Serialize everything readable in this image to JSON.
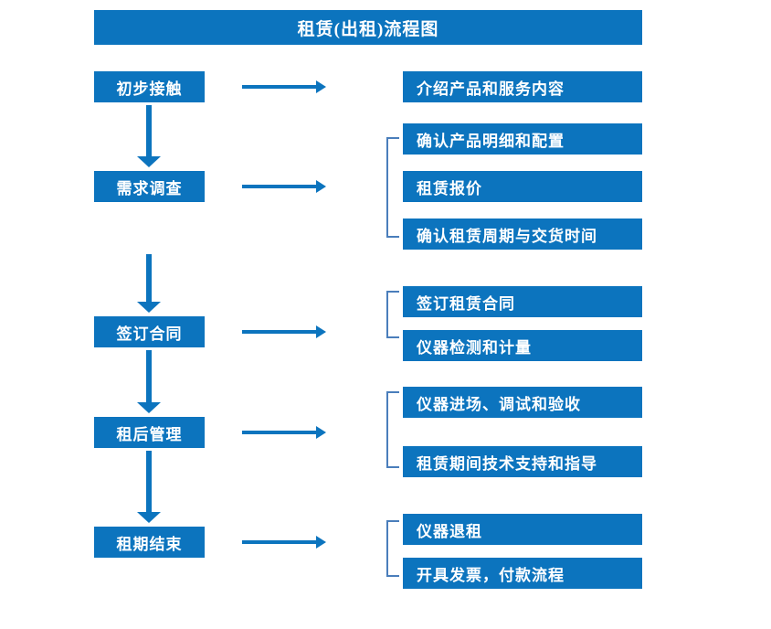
{
  "theme": {
    "brand_color": "#0c74be",
    "bracket_color": "#4a7ebb",
    "background_color": "#ffffff",
    "text_color": "#ffffff"
  },
  "title": "租赁(出租)流程图",
  "stages": [
    {
      "label": "初步接触"
    },
    {
      "label": "需求调查"
    },
    {
      "label": "签订合同"
    },
    {
      "label": "租后管理"
    },
    {
      "label": "租期结束"
    }
  ],
  "details": [
    {
      "label": "介绍产品和服务内容"
    },
    {
      "label": "确认产品明细和配置"
    },
    {
      "label": "租赁报价"
    },
    {
      "label": "确认租赁周期与交货时间"
    },
    {
      "label": "签订租赁合同"
    },
    {
      "label": "仪器检测和计量"
    },
    {
      "label": "仪器进场、调试和验收"
    },
    {
      "label": "租赁期间技术支持和指导"
    },
    {
      "label": "仪器退租"
    },
    {
      "label": "开具发票，付款流程"
    }
  ],
  "connectors": {
    "stage_flow_arrows": 4,
    "stage_to_detail_arrows": 5,
    "group_brackets": 4
  }
}
